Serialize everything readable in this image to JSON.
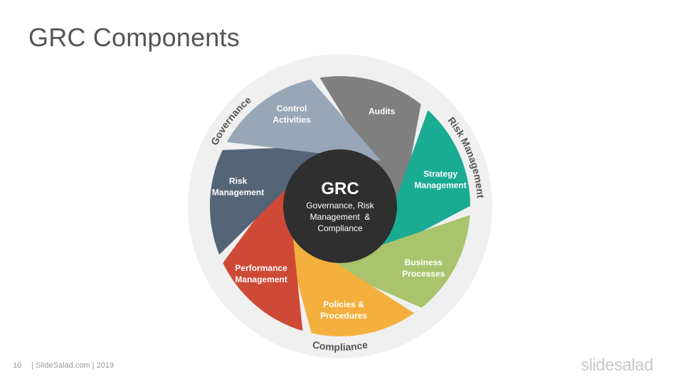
{
  "slide": {
    "title": "GRC Components",
    "page_number": "10",
    "footer_text": "| SlideSalad.com | 2019",
    "brand": "slidesalad"
  },
  "center": {
    "title": "GRC",
    "subtitle_lines": [
      "Governance, Risk",
      "Management  &",
      "Compliance"
    ]
  },
  "ring_labels": [
    "Governance",
    "Risk Management",
    "Compliance"
  ],
  "segments": [
    {
      "id": "audits",
      "lines": [
        "Audits"
      ],
      "color": "#7f7f7f"
    },
    {
      "id": "strategy-management",
      "lines": [
        "Strategy",
        "Management"
      ],
      "color": "#1aab93"
    },
    {
      "id": "business-processes",
      "lines": [
        "Business",
        "Processes"
      ],
      "color": "#a9c46d"
    },
    {
      "id": "policies-procedures",
      "lines": [
        "Policies  &",
        "Procedures"
      ],
      "color": "#f4b03e"
    },
    {
      "id": "performance-management",
      "lines": [
        "Performance",
        "Management"
      ],
      "color": "#cf4a36"
    },
    {
      "id": "risk-management",
      "lines": [
        "Risk",
        "Management"
      ],
      "color": "#546578"
    },
    {
      "id": "control-activities",
      "lines": [
        "Control",
        "Activities"
      ],
      "color": "#97a7b8"
    }
  ],
  "colors": {
    "ring": "#f0f0f0",
    "center": "#2f2f2f",
    "ring_text": "#555555"
  }
}
